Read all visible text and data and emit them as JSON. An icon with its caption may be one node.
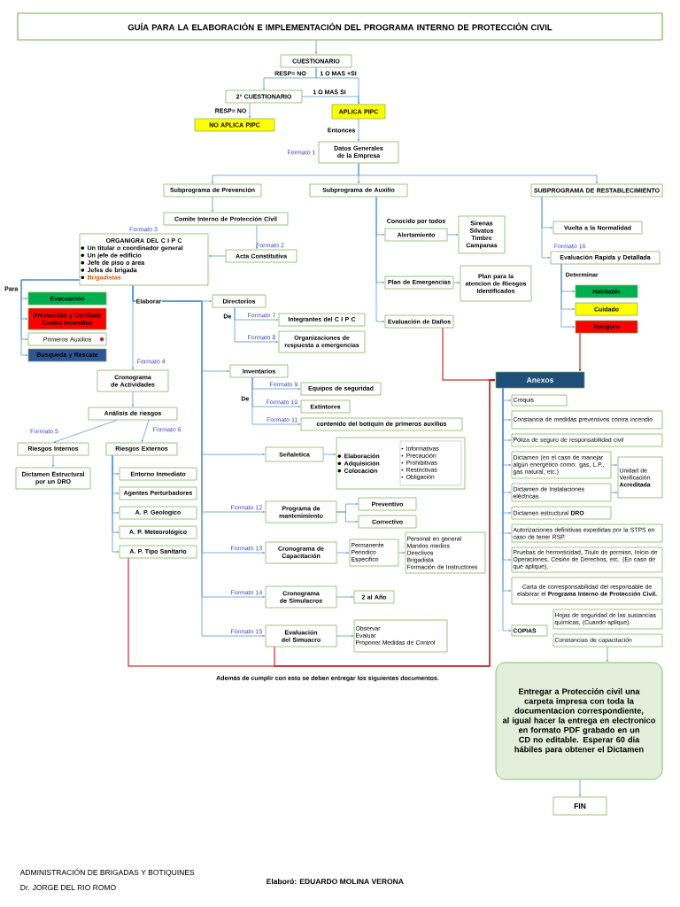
{
  "diagram": {
    "nodes": [
      {
        "text": [
          "GUÍA PARA LA ELABORACIÓN E IMPLEMENTACIÓN DEL PROGRAMA INTERNO DE PROTECCIÓN CIVIL"
        ]
      },
      {
        "text": [
          "CUESTIONARIO"
        ]
      },
      {
        "text": [
          "2° CUESTIONARIO"
        ]
      },
      {
        "text": [
          "APLICA PIPC"
        ]
      },
      {
        "text": [
          "NO APLICA PIPC"
        ]
      },
      {
        "text": [
          "Datos Generales de la Empresa"
        ],
        "beside": [
          "Formato 1"
        ]
      },
      {
        "text": [
          "Subprograma de Prevención"
        ]
      },
      {
        "text": [
          "Subprograma de Auxilio"
        ]
      },
      {
        "text": [
          "SUBPROGRAMA DE RESTABLECIMIENTO"
        ]
      },
      {
        "text": [
          "Comite Interno de Protección Civil"
        ]
      },
      {
        "text": [
          "Acta Constitutiva"
        ],
        "beside": [
          "Formato 2"
        ]
      },
      {
        "text": [
          "ORGANIGRA DEL C I P C",
          "Un titular o coordinador general",
          "Un jefe de edificio",
          "Jefe de piso o área",
          "Jefes de brigada",
          "Brigadistas"
        ],
        "beside": [
          "Formato 3"
        ]
      },
      {
        "text": [
          "Evacuación"
        ]
      },
      {
        "text": [
          "Prevención y Combate Contra incendios"
        ]
      },
      {
        "text": [
          "Primeros Auxilios"
        ]
      },
      {
        "text": [
          "Busqueda y Rescate"
        ]
      },
      {
        "text": [
          "Cronograma de Actividades"
        ],
        "beside": [
          "Formato 4"
        ]
      },
      {
        "text": [
          "Análisis de riesgos"
        ]
      },
      {
        "text": [
          "Riesgos Internos"
        ],
        "beside": [
          "Formato 5"
        ]
      },
      {
        "text": [
          "Dictamen Estructural por un DRO"
        ]
      },
      {
        "text": [
          "Riesgos Externos"
        ],
        "beside": [
          "Formato 6"
        ]
      },
      {
        "text": [
          "Entorno Inmediato"
        ]
      },
      {
        "text": [
          "Agentes Perturbadores"
        ]
      },
      {
        "text": [
          "A. P. Geologico"
        ]
      },
      {
        "text": [
          "A. P. Meteorológico"
        ]
      },
      {
        "text": [
          "A. P. Tipo Sanitario"
        ]
      },
      {
        "text": [
          "Directorios"
        ]
      },
      {
        "text": [
          "Integrantes del C I P C"
        ],
        "beside": [
          "Formato 7"
        ]
      },
      {
        "text": [
          "Organizaciones de respuesta a emergencias"
        ],
        "beside": [
          "Formato 8"
        ]
      },
      {
        "text": [
          "Inventarios"
        ]
      },
      {
        "text": [
          "Equipos de seguridad"
        ],
        "beside": [
          "Formato 9"
        ]
      },
      {
        "text": [
          "Extintores"
        ],
        "beside": [
          "Formato 10"
        ]
      },
      {
        "text": [
          "contenido del botiquin de primeros auxilios"
        ],
        "beside": [
          "Formato 11"
        ]
      },
      {
        "text": [
          "Señaletica"
        ]
      },
      {
        "text": [
          "Elaboración",
          "Adquisición",
          "Colocación"
        ]
      },
      {
        "text": [
          "Informativas",
          "Precaución",
          "Prohibitivas",
          "Restrictivas",
          "Obligación"
        ],
        "in": 34
      },
      {
        "text": [
          "Programa de mantenimiento"
        ],
        "beside": [
          "Formato 12"
        ]
      },
      {
        "text": [
          "Preventivo"
        ]
      },
      {
        "text": [
          "Correctivo"
        ]
      },
      {
        "text": [
          "Cronograma de Capacitación"
        ],
        "beside": [
          "Formato 13"
        ]
      },
      {
        "text": [
          "Permanente",
          "Periodico",
          "Especifico"
        ]
      },
      {
        "text": [
          "Personal en general",
          "Mandos medios",
          "Directivos",
          "Brigadista",
          "Formación de Instructores"
        ]
      },
      {
        "text": [
          "Cronograma de Simulacros"
        ],
        "beside": [
          "Formato 14"
        ]
      },
      {
        "text": [
          "2 al Año"
        ]
      },
      {
        "text": [
          "Evaluación del Simuacro"
        ],
        "beside": [
          "Formato 15"
        ]
      },
      {
        "text": [
          "Observar",
          "Evaluar",
          "Proponer Medidas de Control"
        ]
      },
      {
        "text": [
          "Alertamiento"
        ],
        "beside": [
          "Conocido por todos"
        ]
      },
      {
        "text": [
          "Sirenas",
          "Silvatos",
          "Timbre",
          "Campanas"
        ]
      },
      {
        "text": [
          "Plan de Emergencias"
        ]
      },
      {
        "text": [
          "Plan para la atencion de Riesgos Identificados"
        ]
      },
      {
        "text": [
          "Evaluación de Daños"
        ]
      },
      {
        "text": [
          "Vuelta a la Normalidad"
        ]
      },
      {
        "text": [
          "Evaluación Rapida y Detallada"
        ],
        "beside": [
          "Formato 16"
        ]
      },
      {
        "text": [
          "Habitable"
        ]
      },
      {
        "text": [
          "Cuidado"
        ]
      },
      {
        "text": [
          "Inseguro"
        ]
      },
      {
        "text": [
          "Anexos"
        ]
      },
      {
        "text": [
          "Croquis"
        ]
      },
      {
        "text": [
          "Constancia de medidas preventivos contra incendio"
        ]
      },
      {
        "text": [
          "Póliza de seguro de responsabilidad civil"
        ]
      },
      {
        "text": [
          "Dictamen (en el caso de manejar algún energético como: gas, L.P., gas natural, etc.)"
        ]
      },
      {
        "text": [
          "Dictamen de Instalaciones eléctricas."
        ]
      },
      {
        "text": [
          "Unidad de Verificación **Acreditada**"
        ]
      },
      {
        "text": [
          "Dictamen estructural **DRO**"
        ]
      },
      {
        "text": [
          "Autorizaciones definitivas expedidas por la STPS en caso de tener RSP."
        ]
      },
      {
        "text": [
          "Pruebas de hermeticidad, Titulo de permiso, Inicio de Operaciones, Cesión de Derechos, etc. (En caso de que aplique)."
        ]
      },
      {
        "text": [
          "Carta de corresponsabilidad del responsable de elaborar el **Programa Interno de Protección Civil.**"
        ]
      },
      {
        "text": [
          "COPIAS"
        ]
      },
      {
        "text": [
          "Hojas de seguridad de las sustancias químicas, (Cuando aplique)."
        ]
      },
      {
        "text": [
          "Constancias de capacitación"
        ]
      },
      {
        "text": [
          "Entregar a Protección civil una carpeta impresa con toda la documentacion correspondiente, al igual hacer la entrega en electronico en formato PDF grabado en un CD no editable. Esperar 60 dia hábiles para obtener el Dictamen"
        ]
      },
      {
        "text": [
          "FIN"
        ]
      }
    ],
    "edges": [
      {
        "from": 0,
        "to": 1,
        "arrow": "to"
      },
      {
        "from": 1,
        "to": 2,
        "arrow": "to",
        "label": "RESP= NO"
      },
      {
        "from": 1,
        "to": 3,
        "arrow": "to",
        "label": "1 O MAS +SI"
      },
      {
        "from": 2,
        "to": 3,
        "arrow": "to",
        "label": "1 O MAS SI"
      },
      {
        "from": 2,
        "to": 4,
        "arrow": "to",
        "label": "RESP= NO"
      },
      {
        "from": 3,
        "to": 5,
        "arrow": "to",
        "label": "Entonces"
      },
      {
        "from": 5,
        "to": 6,
        "arrow": "to"
      },
      {
        "from": 5,
        "to": 7,
        "arrow": "to"
      },
      {
        "from": 5,
        "to": 8,
        "arrow": "to"
      },
      {
        "from": 6,
        "to": 9,
        "arrow": "to"
      },
      {
        "from": 9,
        "to": 10,
        "arrow": "to"
      },
      {
        "from": 10,
        "to": 11,
        "arrow": "to"
      },
      {
        "from": 11,
        "to": 12,
        "arrow": "to"
      },
      {
        "from": 11,
        "to": 13,
        "arrow": "to"
      },
      {
        "from": 11,
        "to": 14,
        "arrow": "to"
      },
      {
        "from": 11,
        "to": 15,
        "arrow": "to"
      },
      {
        "from": 11,
        "to": 16,
        "arrow": "to"
      },
      {
        "from": 16,
        "to": 17,
        "arrow": "to"
      },
      {
        "from": 17,
        "to": 18,
        "arrow": "to"
      },
      {
        "from": 17,
        "to": 20,
        "arrow": "to"
      },
      {
        "from": 18,
        "to": 19,
        "arrow": "to"
      },
      {
        "from": 20,
        "to": 21,
        "arrow": "to"
      },
      {
        "from": 20,
        "to": 22,
        "arrow": "to"
      },
      {
        "from": 20,
        "to": 23,
        "arrow": "to"
      },
      {
        "from": 20,
        "to": 24,
        "arrow": "to"
      },
      {
        "from": 20,
        "to": 25,
        "arrow": "to"
      },
      {
        "from": 11,
        "to": 26,
        "arrow": "to"
      },
      {
        "from": 11,
        "to": 29,
        "arrow": "to"
      },
      {
        "from": 11,
        "to": 33,
        "arrow": "to"
      },
      {
        "from": 11,
        "to": 36,
        "arrow": "to"
      },
      {
        "from": 11,
        "to": 39,
        "arrow": "to"
      },
      {
        "from": 11,
        "to": 42,
        "arrow": "to"
      },
      {
        "from": 11,
        "to": 44,
        "arrow": "to"
      },
      {
        "from": 26,
        "to": 27,
        "arrow": "to"
      },
      {
        "from": 26,
        "to": 28,
        "arrow": "to"
      },
      {
        "from": 29,
        "to": 30,
        "arrow": "to"
      },
      {
        "from": 29,
        "to": 31,
        "arrow": "to"
      },
      {
        "from": 29,
        "to": 32,
        "arrow": "to"
      },
      {
        "from": 33,
        "to": 34,
        "arrow": "to"
      },
      {
        "from": 36,
        "to": 37,
        "arrow": "to"
      },
      {
        "from": 36,
        "to": 38,
        "arrow": "to"
      },
      {
        "from": 39,
        "to": 40,
        "arrow": "to"
      },
      {
        "from": 40,
        "to": 41,
        "arrow": "to"
      },
      {
        "from": 42,
        "to": 43,
        "arrow": "to"
      },
      {
        "from": 44,
        "to": 45,
        "arrow": "to"
      },
      {
        "from": 7,
        "to": 46,
        "arrow": "to"
      },
      {
        "from": 7,
        "to": 48,
        "arrow": "to"
      },
      {
        "from": 7,
        "to": 50,
        "arrow": "to"
      },
      {
        "from": 46,
        "to": 47,
        "arrow": "to"
      },
      {
        "from": 48,
        "to": 49,
        "arrow": "to"
      },
      {
        "from": 8,
        "to": 51,
        "arrow": "to"
      },
      {
        "from": 8,
        "to": 52,
        "arrow": "to"
      },
      {
        "from": 52,
        "to": 53,
        "arrow": "to"
      },
      {
        "from": 52,
        "to": 54,
        "arrow": "to"
      },
      {
        "from": 52,
        "to": 55,
        "arrow": "to"
      },
      {
        "from": 50,
        "to": 56,
        "arrow": "to",
        "color": "#c00000"
      },
      {
        "from": 55,
        "to": 56,
        "arrow": "to",
        "color": "#c00000"
      },
      {
        "from": 25,
        "to": 56,
        "arrow": "to",
        "color": "#c00000"
      },
      {
        "from": 44,
        "to": 56,
        "arrow": "to",
        "color": "#c00000"
      },
      {
        "from": 56,
        "to": 57,
        "arrow": "to"
      },
      {
        "from": 56,
        "to": 58,
        "arrow": "to"
      },
      {
        "from": 56,
        "to": 59,
        "arrow": "to"
      },
      {
        "from": 56,
        "to": 60,
        "arrow": "to"
      },
      {
        "from": 56,
        "to": 61,
        "arrow": "to"
      },
      {
        "from": 56,
        "to": 63,
        "arrow": "to"
      },
      {
        "from": 56,
        "to": 64,
        "arrow": "to"
      },
      {
        "from": 56,
        "to": 65,
        "arrow": "to"
      },
      {
        "from": 56,
        "to": 66,
        "arrow": "to"
      },
      {
        "from": 56,
        "to": 67,
        "arrow": "to"
      },
      {
        "from": 60,
        "to": 62,
        "arrow": "to"
      },
      {
        "from": 61,
        "to": 62,
        "arrow": "to"
      },
      {
        "from": 69,
        "to": 70,
        "arrow": "to"
      },
      {
        "from": 70,
        "to": 71,
        "arrow": "to"
      }
    ],
    "labels": [
      "Para",
      "Elaborar",
      "De",
      "De",
      "Determinar",
      "Además de cumplir con esto se deben entregar los siguientes documentos.",
      "ADMINISTRACIÓN DE BRIGADAS Y BOTIQUINES",
      "Dr. JORGE DEL RIO ROMO",
      "Elaboró: EDUARDO MOLINA VERONA"
    ]
  }
}
